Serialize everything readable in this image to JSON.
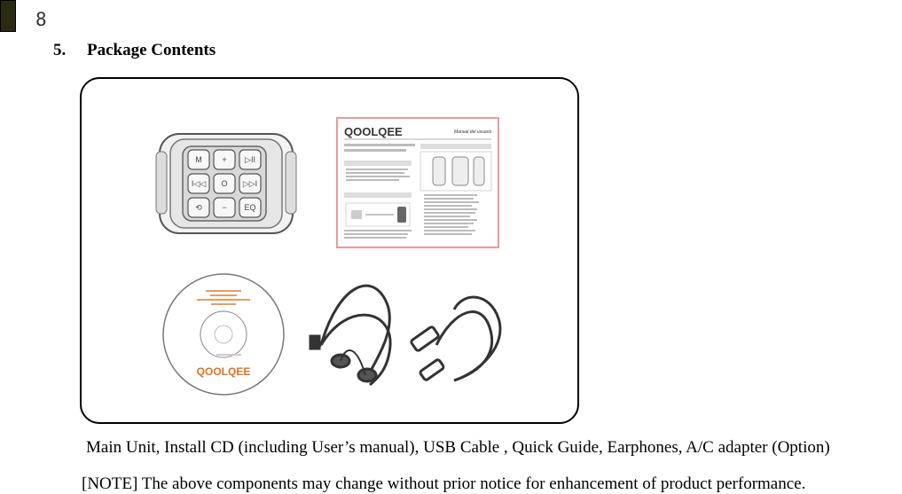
{
  "page": {
    "number": "8"
  },
  "section": {
    "number": "5.",
    "title": "Package Contents"
  },
  "figure": {
    "items": [
      {
        "label": "Main Unit",
        "icon": "mp3-player-icon"
      },
      {
        "label": "Quick Guide",
        "icon": "manual-page-icon",
        "brand_logo_text": "QOOLQEE",
        "heading_text": "Manual del usuario"
      },
      {
        "label": "Install CD",
        "icon": "cd-icon",
        "brand_logo_text": "QOOLQEE"
      },
      {
        "label": "Earphones",
        "icon": "earphones-icon"
      },
      {
        "label": "USB Cable",
        "icon": "usb-cable-icon"
      }
    ],
    "main_unit_buttons": [
      "M",
      "+",
      "▷II",
      "I◁◁",
      "O",
      "▷▷I",
      "⟲",
      "−",
      "EQ"
    ]
  },
  "caption": "Main Unit, Install CD (including User’s manual), USB Cable , Quick Guide, Earphones, A/C adapter (Option)",
  "note": "[NOTE] The above components may change without prior notice for enhancement of product performance."
}
